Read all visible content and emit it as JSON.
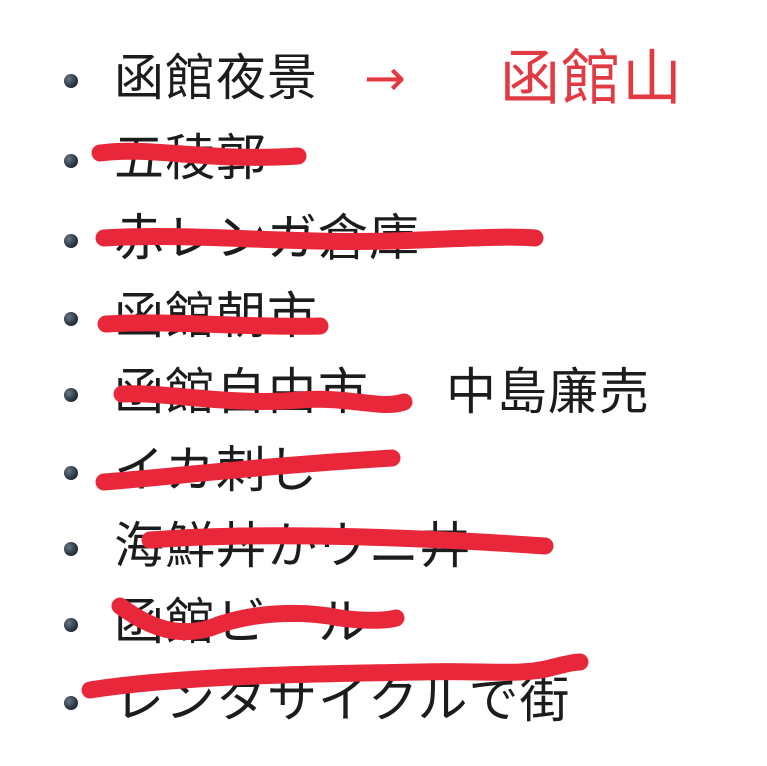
{
  "list": {
    "items": [
      {
        "text": "函館夜景",
        "arrow": "→",
        "destination": "函館山",
        "struck": false
      },
      {
        "text": "五稜郭",
        "struck": true
      },
      {
        "text": "赤レンガ倉庫",
        "struck": true
      },
      {
        "text": "函館朝市",
        "struck": true
      },
      {
        "text": "函館自由市",
        "extra": "中島廉売",
        "struck": true
      },
      {
        "text": "イカ刺し",
        "struck": true
      },
      {
        "text": "海鮮丼かウニ丼",
        "struck": true
      },
      {
        "text": "函館ビール",
        "struck": true
      },
      {
        "text": "レンタサイクルで街",
        "struck": true
      }
    ]
  },
  "colors": {
    "text": "#1c1c1c",
    "accent_red": "#e23a42",
    "strike_marker": "#e8283a",
    "bullet": "#2c3843",
    "background": "#ffffff"
  }
}
